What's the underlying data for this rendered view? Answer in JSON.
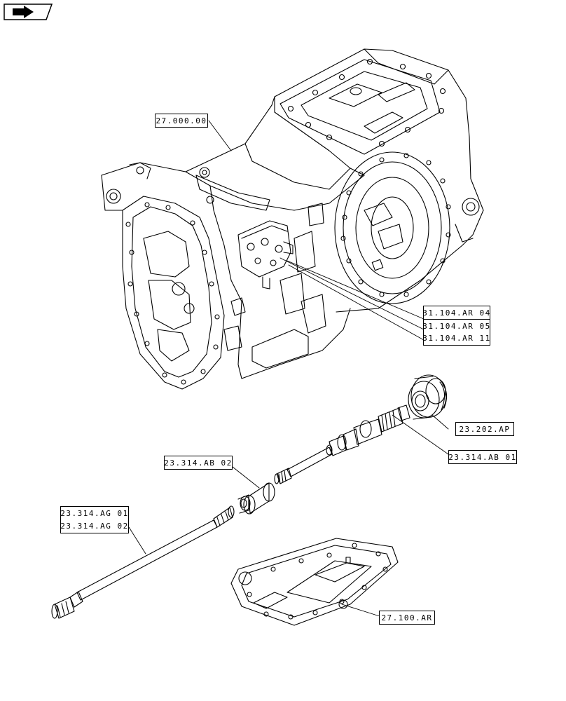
{
  "diagram": {
    "labels": {
      "housing": "27.000.00",
      "valve_a": "31.104.AR 04",
      "valve_b": "31.104.AR 05",
      "valve_c": "31.104.AR 11",
      "bearing": "23.202.AP",
      "main_shaft": "23.314.AB 01",
      "sleeve": "23.314.AB 02",
      "pto_shaft_a": "23.314.AG 01",
      "pto_shaft_b": "23.314.AG 02",
      "cover": "27.100.AR"
    },
    "nav_icon": "forward-arrow-icon"
  }
}
